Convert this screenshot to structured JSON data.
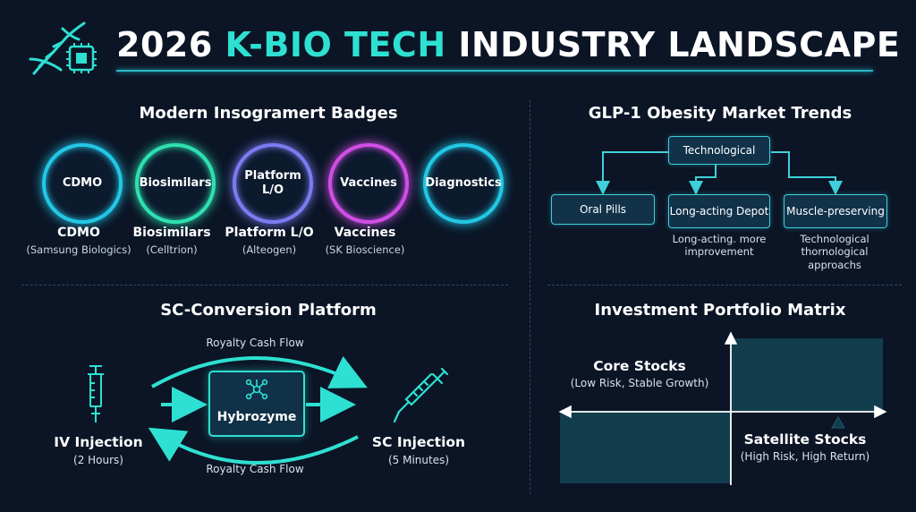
{
  "header": {
    "title_year": "2026",
    "title_accent": "K-BIO TECH",
    "title_rest": "INDUSTRY LANDSCAPE",
    "logo_icon": "dna-chip-icon"
  },
  "badges_section": {
    "title": "Modern Insogramert Badges",
    "badges": [
      {
        "circle_line1": "CDMO",
        "circle_line2": "",
        "name": "CDMO",
        "sub": "(Samsung Biologics)",
        "color": "#22c8e6"
      },
      {
        "circle_line1": "Biosimilars",
        "circle_line2": "",
        "name": "Biosimilars",
        "sub": "(Celltrion)",
        "color": "#2fe0b0"
      },
      {
        "circle_line1": "Platform",
        "circle_line2": "L/O",
        "name": "Platform L/O",
        "sub": "(Alteogen)",
        "color": "#7a7cf0"
      },
      {
        "circle_line1": "Vaccines",
        "circle_line2": "",
        "name": "Vaccines",
        "sub": "(SK Bioscience)",
        "color": "#d04ee6"
      },
      {
        "circle_line1": "Diagnostics",
        "circle_line2": "",
        "name": "Diagnostics",
        "sub": "",
        "color": "#22c8e6"
      }
    ]
  },
  "glp1_section": {
    "title": "GLP-1 Obesity Market Trends",
    "root": "Technological",
    "children": [
      {
        "label": "Oral Pills",
        "note": ""
      },
      {
        "label": "Long-acting Depot",
        "note_line1": "Long-acting. more",
        "note_line2": "improvement"
      },
      {
        "label": "Muscle-preserving",
        "note_line1": "Technological",
        "note_line2": "thornological",
        "note_line3": "approachs"
      }
    ]
  },
  "sc_section": {
    "title": "SC-Conversion Platform",
    "left_name": "IV Injection",
    "left_sub": "(2 Hours)",
    "right_name": "SC Injection",
    "right_sub": "(5 Minutes)",
    "center": "Hybrozyme",
    "top_flow": "Royalty Cash Flow",
    "bottom_flow": "Royalty Cash Flow",
    "left_icon": "syringe-vertical-icon",
    "right_icon": "syringe-diagonal-icon",
    "center_icon": "molecule-icon"
  },
  "portfolio_section": {
    "title": "Investment Portfolio Matrix",
    "core_name": "Core Stocks",
    "core_sub": "(Low Risk, Stable Growth)",
    "satellite_name": "Satellite Stocks",
    "satellite_sub": "(High Risk, High Return)",
    "fill_color": "#123d4d"
  }
}
